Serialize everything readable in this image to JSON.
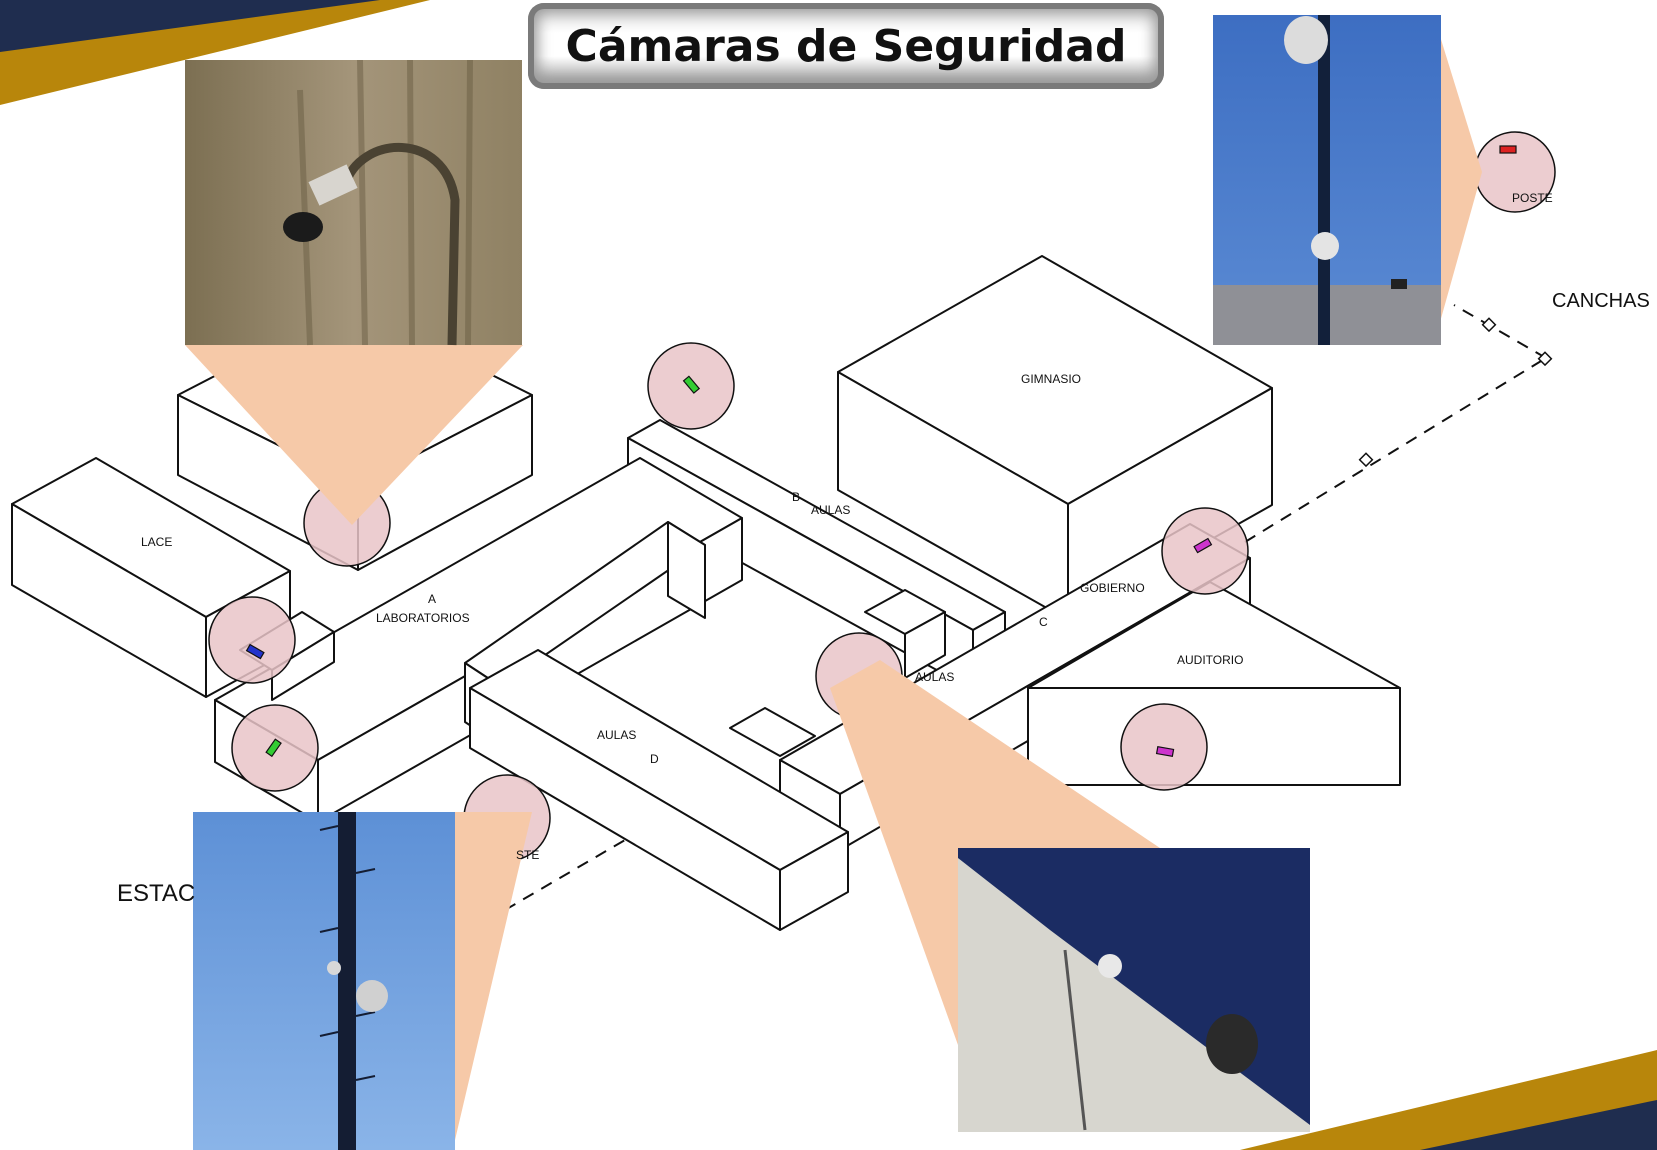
{
  "title": "Cámaras de Seguridad",
  "buildings": {
    "lace": "LACE",
    "a_letter": "A",
    "a_name": "LABORATORIOS",
    "b_letter": "B",
    "b_name": "AULAS",
    "gimnasio": "GIMNASIO",
    "gobierno": "GOBIERNO",
    "c_letter": "C",
    "c_name": "AULAS",
    "auditorio": "AUDITORIO",
    "d_name": "AULAS",
    "d_letter": "D"
  },
  "areas": {
    "canchas": "CANCHAS",
    "estac": "ESTAC"
  },
  "poles": {
    "top": "POSTE",
    "bottom": "STE"
  },
  "colors": {
    "accent_gold": "#b8860b",
    "accent_navy": "#1f2d4f",
    "callout": "#f6c9a8",
    "camera_marker": "#e9c4c8",
    "cam_green": "#33cc33",
    "cam_blue": "#2233cc",
    "cam_magenta": "#cc33cc",
    "cam_red": "#dd2222"
  }
}
